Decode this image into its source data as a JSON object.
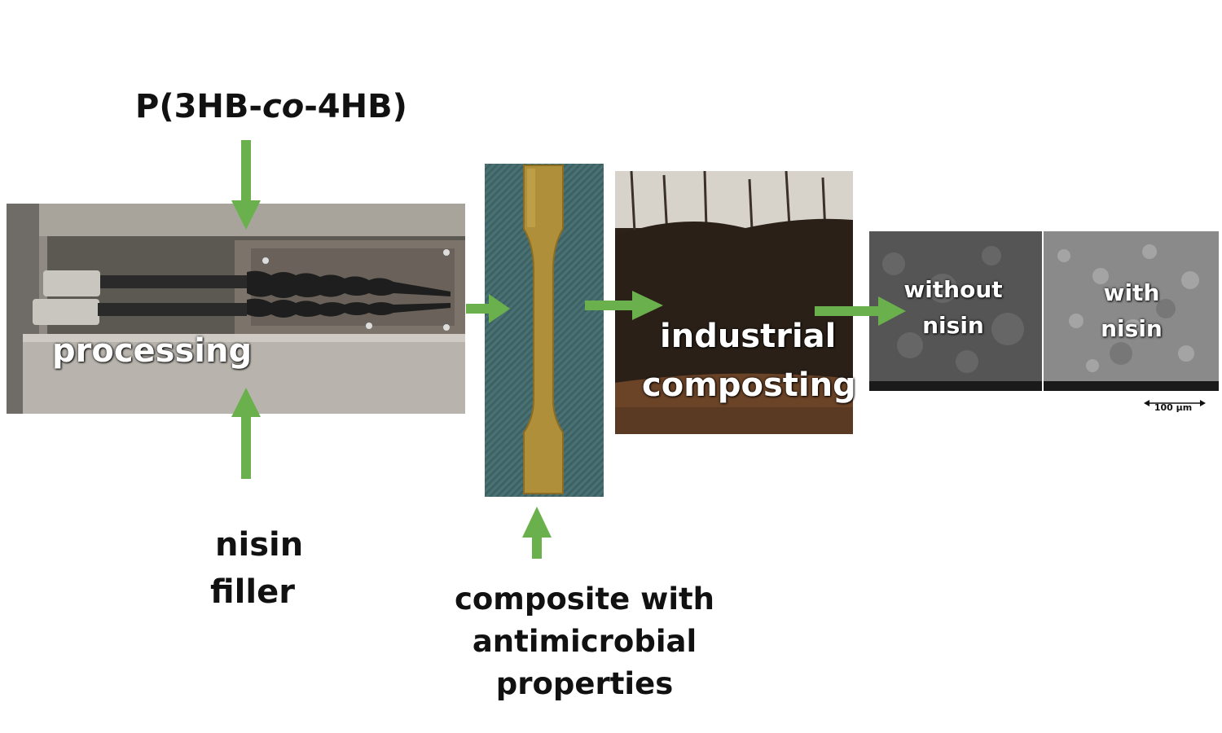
{
  "colors": {
    "arrow": "#6ab04c",
    "text": "#111111",
    "overlay_text": "#ffffff"
  },
  "title": {
    "prefix": "P(3HB-",
    "italic": "co",
    "suffix": "-4HB)"
  },
  "processing": {
    "label": "processing"
  },
  "filler": {
    "line1": "nisin",
    "line2": "filler"
  },
  "composite": {
    "line1": "composite with",
    "line2": "antimicrobial properties"
  },
  "composting": {
    "line1": "industrial",
    "line2": "composting"
  },
  "sem": {
    "panel1": {
      "line1": "without",
      "line2": "nisin"
    },
    "panel2": {
      "line1": "with",
      "line2": "nisin"
    },
    "scale_bar": "100 µm"
  }
}
